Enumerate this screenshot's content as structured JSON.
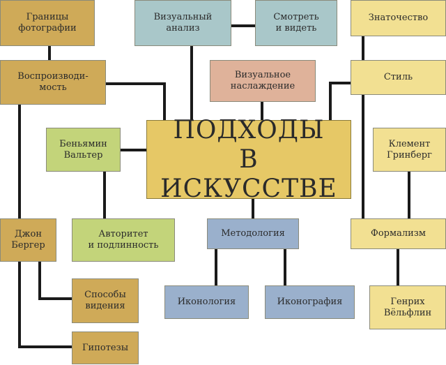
{
  "title_lines": [
    "ПОДХОДЫ",
    "В ИСКУССТВЕ"
  ],
  "nodes": {
    "granitsy": "Границы\nфотографии",
    "vizualnyi_analiz": "Визуальный\nанализ",
    "smotret": "Смотреть\nи видеть",
    "znatochestvo": "Знаточество",
    "vosproizvodimost": "Воспроизводи-\nмость",
    "naslazhdenie": "Визуальное\nнаслаждение",
    "stil": "Стиль",
    "benyamin": "Беньямин\nВальтер",
    "grinberg": "Клемент\nГринберг",
    "berger": "Джон\nБергер",
    "avtoritet": "Авторитет\nи подлинность",
    "metodologiya": "Методология",
    "formalizm": "Формализм",
    "sposoby": "Способы\nвидения",
    "ikonologiya": "Иконология",
    "ikonografiya": "Иконография",
    "velflin": "Генрих\nВёльфлин",
    "gipotezy": "Гипотезы"
  },
  "colors": {
    "gold": "#cfaa58",
    "teal": "#a9c7c9",
    "salmon": "#dfb29a",
    "green": "#c3d47a",
    "steel": "#9ab0cc",
    "cream": "#f2e092",
    "center": "#e6c866",
    "line": "#1a1a1a"
  }
}
